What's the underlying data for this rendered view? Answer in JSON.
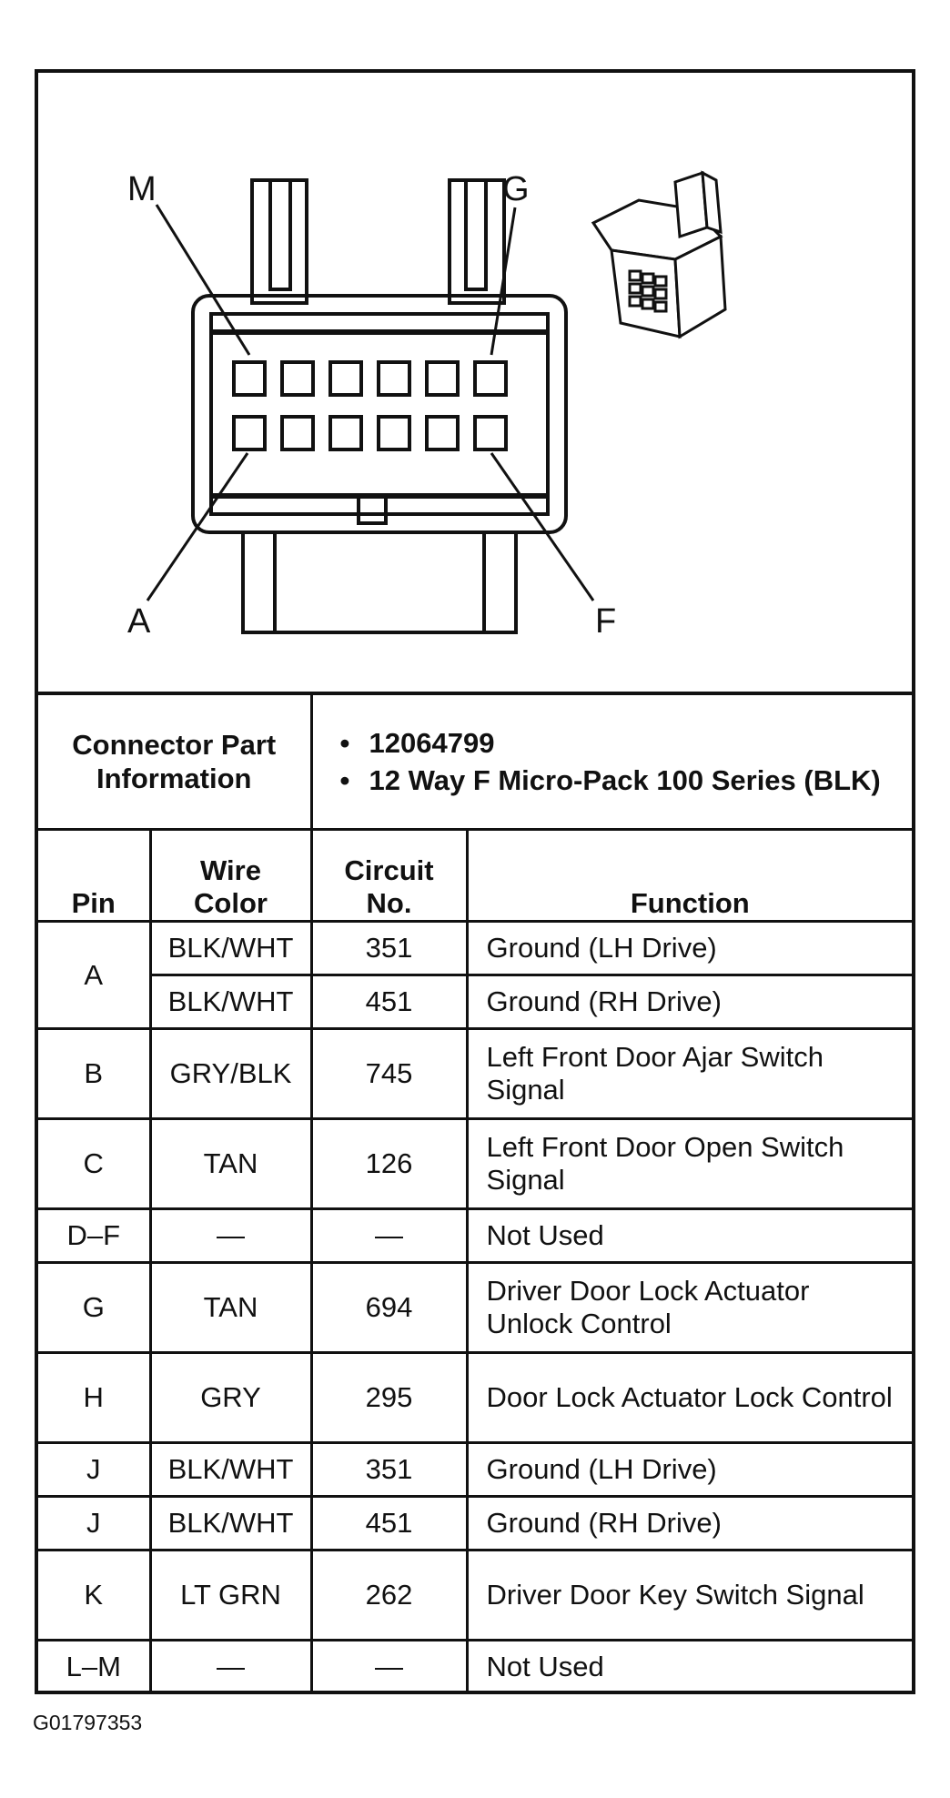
{
  "diagram": {
    "pin_labels": {
      "top_left": "M",
      "top_right": "G",
      "bottom_left": "A",
      "bottom_right": "F"
    }
  },
  "connector_info": {
    "header": "Connector Part Information",
    "bullets": [
      "12064799",
      "12 Way F Micro-Pack 100 Series (BLK)"
    ]
  },
  "table": {
    "columns": [
      "Pin",
      "Wire Color",
      "Circuit No.",
      "Function"
    ],
    "rows": [
      {
        "pin": "A",
        "wires": [
          {
            "color": "BLK/WHT",
            "circuit": "351",
            "function": "Ground (LH Drive)"
          },
          {
            "color": "BLK/WHT",
            "circuit": "451",
            "function": "Ground (RH Drive)"
          }
        ]
      },
      {
        "pin": "B",
        "color": "GRY/BLK",
        "circuit": "745",
        "function": "Left Front Door Ajar Switch Signal"
      },
      {
        "pin": "C",
        "color": "TAN",
        "circuit": "126",
        "function": "Left Front Door Open Switch Signal"
      },
      {
        "pin": "D–F",
        "color": "—",
        "circuit": "—",
        "function": "Not Used"
      },
      {
        "pin": "G",
        "color": "TAN",
        "circuit": "694",
        "function": "Driver Door Lock Actuator Unlock Control"
      },
      {
        "pin": "H",
        "color": "GRY",
        "circuit": "295",
        "function": "Door Lock Actuator Lock Control"
      },
      {
        "pin": "J",
        "color": "BLK/WHT",
        "circuit": "351",
        "function": "Ground (LH Drive)"
      },
      {
        "pin": "J",
        "color": "BLK/WHT",
        "circuit": "451",
        "function": "Ground (RH Drive)"
      },
      {
        "pin": "K",
        "color": "LT GRN",
        "circuit": "262",
        "function": "Driver Door Key Switch Signal"
      },
      {
        "pin": "L–M",
        "color": "—",
        "circuit": "—",
        "function": "Not Used"
      }
    ]
  },
  "caption": "G01797353"
}
